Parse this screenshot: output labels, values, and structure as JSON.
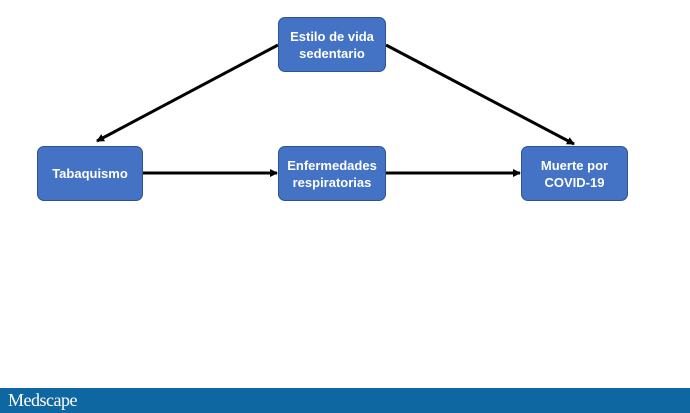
{
  "nodes": {
    "sedentary": "Estilo de vida sedentario",
    "smoking": "Tabaquismo",
    "respiratory": "Enfermedades respiratorias",
    "death": "Muerte por COVID-19"
  },
  "edges": [
    {
      "from": "sedentary",
      "to": "smoking"
    },
    {
      "from": "sedentary",
      "to": "death"
    },
    {
      "from": "smoking",
      "to": "respiratory"
    },
    {
      "from": "respiratory",
      "to": "death"
    }
  ],
  "footer": {
    "logo": "Medscape"
  },
  "colors": {
    "node": "#4472c4",
    "footer": "#0f67a1",
    "arrow": "#000000"
  }
}
